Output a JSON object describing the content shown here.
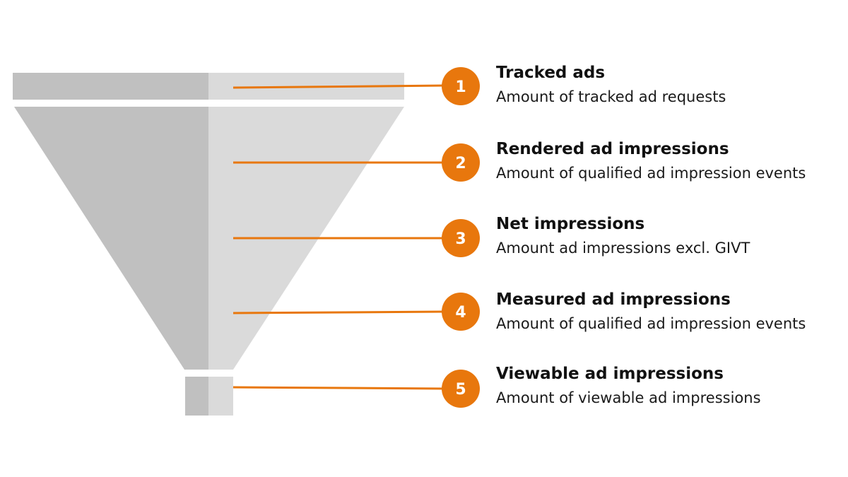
{
  "colors": {
    "funnel_dark": "#c0c0c0",
    "funnel_light": "#dadada",
    "accent": "#e8770d",
    "badge_text": "#ffffff"
  },
  "stages": [
    {
      "number": "1",
      "title": "Tracked ads",
      "description": "Amount of tracked ad requests"
    },
    {
      "number": "2",
      "title": "Rendered ad impressions",
      "description": "Amount of qualified ad impression events"
    },
    {
      "number": "3",
      "title": "Net impressions",
      "description": "Amount ad impressions excl. GIVT"
    },
    {
      "number": "4",
      "title": "Measured ad impressions",
      "description": "Amount of qualified ad impression events"
    },
    {
      "number": "5",
      "title": "Viewable ad impressions",
      "description": "Amount of viewable ad impressions"
    }
  ]
}
